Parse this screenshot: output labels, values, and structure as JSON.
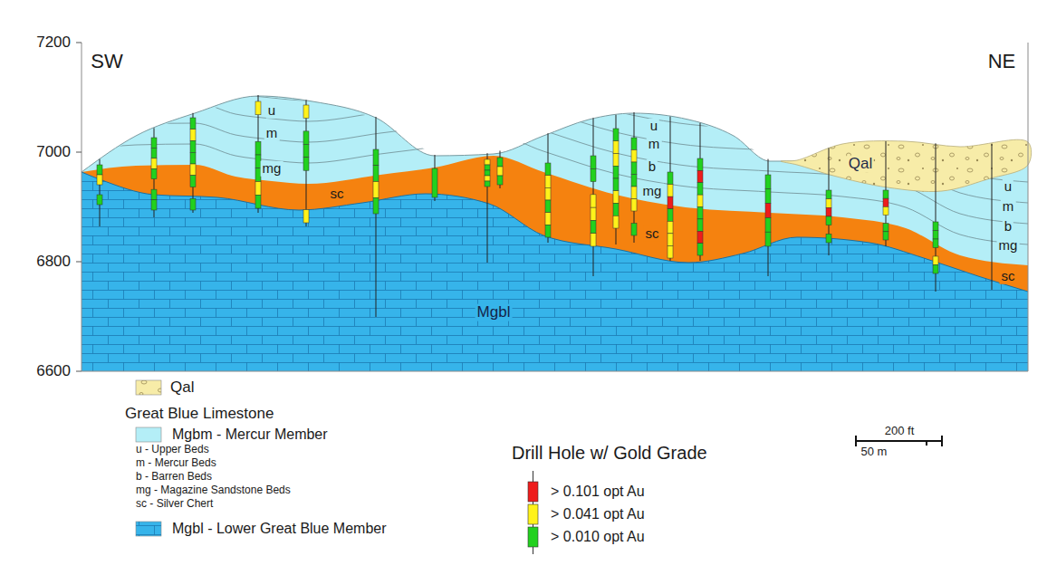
{
  "diagram": {
    "labels": [
      "7200",
      "7000",
      "6800",
      "6600",
      "SW",
      "NE",
      "u",
      "m",
      "mg",
      "sc",
      "u",
      "m",
      "b",
      "mg",
      "sc",
      "Qal",
      "u",
      "m",
      "b",
      "mg",
      "sc",
      "Mgbl",
      "Great Blue Limestone",
      "u - Upper Beds",
      "m - Mercur Beds",
      "b - Barren Beds",
      "mg - Magazine Sandstone Beds",
      "sc - Silver Chert",
      "Drill Hole w/ Gold Grade",
      "200 ft",
      "50 m"
    ],
    "legend": [
      {
        "text": "Qal",
        "color": "#f7eca8"
      },
      {
        "text": "Mgbm - Mercur Member",
        "color": "#b4eef7"
      },
      {
        "text": "Mgbl - Lower Great Blue Member",
        "color": "#36b4ea"
      },
      {
        "text": "> 0.101 opt Au",
        "color": "#ee1c1c"
      },
      {
        "text": "> 0.041 opt Au",
        "color": "#fff21a"
      },
      {
        "text": "> 0.010 opt Au",
        "color": "#22d11e"
      }
    ]
  }
}
